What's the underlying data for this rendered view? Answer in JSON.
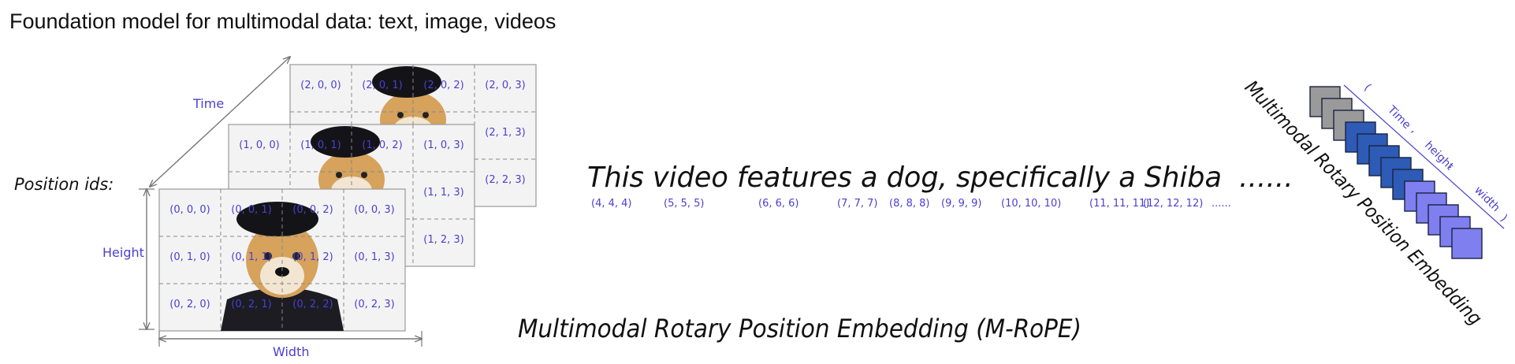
{
  "title": "Foundation model for multimodal data: text, image, videos",
  "axes": {
    "time": "Time",
    "height": "Height",
    "width": "Width",
    "position_ids": "Position ids:"
  },
  "frames": [
    {
      "name": "frame-t2",
      "cells": [
        [
          "(2, 0, 0)",
          "(2, 0, 1)",
          "(2, 0, 2)",
          "(2, 0, 3)"
        ],
        [
          "",
          "",
          "",
          "(2, 1, 3)"
        ],
        [
          "",
          "",
          "",
          "(2, 2, 3)"
        ]
      ]
    },
    {
      "name": "frame-t1",
      "cells": [
        [
          "(1, 0, 0)",
          "(1, 0, 1)",
          "(1, 0, 2)",
          "(1, 0, 3)"
        ],
        [
          "",
          "",
          "",
          "(1, 1, 3)"
        ],
        [
          "",
          "",
          "",
          "(1, 2, 3)"
        ]
      ]
    },
    {
      "name": "frame-t0",
      "cells": [
        [
          "(0, 0, 0)",
          "(0, 0, 1)",
          "(0, 0, 2)",
          "(0, 0, 3)"
        ],
        [
          "(0, 1, 0)",
          "(0, 1, 1)",
          "(0, 1, 2)",
          "(0, 1, 3)"
        ],
        [
          "(0, 2, 0)",
          "(0, 2, 1)",
          "(0, 2, 2)",
          "(0, 2, 3)"
        ]
      ]
    }
  ],
  "sentence": "This video features a dog, specifically a Shiba",
  "sentence_ellipsis": "......",
  "token_ids": [
    "(4, 4, 4)",
    "(5, 5, 5)",
    "(6, 6, 6)",
    "(7, 7, 7)",
    "(8, 8, 8)",
    "(9, 9, 9)",
    "(10, 10, 10)",
    "(11, 11, 11)",
    "(12, 12, 12)",
    "......"
  ],
  "caption": "Multimodal Rotary Position Embedding (M-RoPE)",
  "embedding": {
    "label": "Multimodal Rotary Position Embedding",
    "brace_parts": [
      "(",
      "Time",
      ",",
      "height",
      ",",
      "width",
      ")"
    ],
    "blocks": [
      {
        "color": "#9a9a9a",
        "count": 3
      },
      {
        "color": "#2d5bb5",
        "count": 5
      },
      {
        "color": "#7f7ff0",
        "count": 5
      }
    ]
  },
  "colors": {
    "label_purple": "#4a3fd0",
    "grid_bg": "#f3f3f3",
    "grid_line": "#888888"
  },
  "icons": {
    "dog_image": "shiba-dog-in-beret-photo"
  }
}
